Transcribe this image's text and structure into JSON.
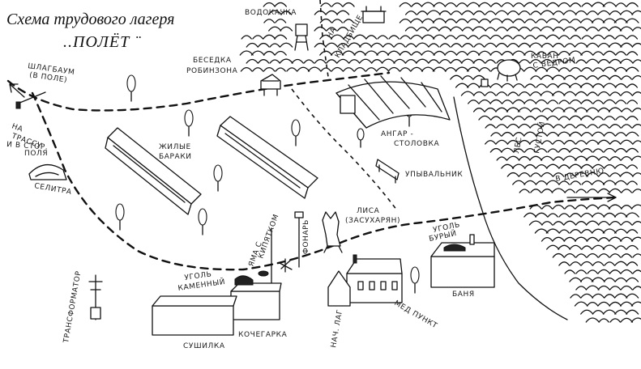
{
  "title": "Схема трудового лагеря",
  "subtitle": "..ПОЛЁТ ¨",
  "labels": {
    "vodokachka": "ВОДОКАЧКА",
    "na_kladbische_1": "НА",
    "na_kladbische_2": "КЛАДБИЩЕ",
    "shlagbaum_1": "ШЛАГБАУМ",
    "shlagbaum_2": "(В ПОЛЕ)",
    "besedka_1": "БЕСЕДКА",
    "besedka_2": "РОБИНЗОНА",
    "kaban_1": "КАБАН",
    "kaban_2": "С ВЕДРОМ",
    "na_trassu_1": "НА",
    "na_trassu_2": "ТРАССУ",
    "i_v_stor_1": "И В СТОР.",
    "i_v_stor_2": "ПОЛЯ",
    "zhilye_1": "ЖИЛЫЕ",
    "zhilye_2": "БАРАКИ",
    "angar_1": "АНГАР -",
    "angar_2": "СТОЛОВКА",
    "les_gustoy_1": "ЛЕС",
    "les_gustoy_2": "ГУСТОЙ",
    "upyvalnik": "УПЫВАЛЬНИК",
    "v_derevnyu": "В ДЕРЕВНЮ",
    "selitra": "СЕЛИТРА",
    "lisa_1": "ЛИСА",
    "lisa_2": "(ЗАСУХАРЯН)",
    "fonar": "ФОНАРЬ",
    "yama_1": "ЯМА С",
    "yama_2": "КИПЯТКОМ",
    "ugol_buryy_1": "УГОЛЬ",
    "ugol_buryy_2": "БУРЫЙ",
    "ugol_kamennyy_1": "УГОЛЬ",
    "ugol_kamennyy_2": "КАМЕННЫЙ",
    "transformator": "ТРАНСФОРМАТОР",
    "kochegarka": "КОЧЕГАРКА",
    "sushilka": "СУШИЛКА",
    "nach_lag": "НАЧ. ЛАГ",
    "medpunkt": "МЕД ПУНКТ",
    "banya": "БАНЯ"
  }
}
